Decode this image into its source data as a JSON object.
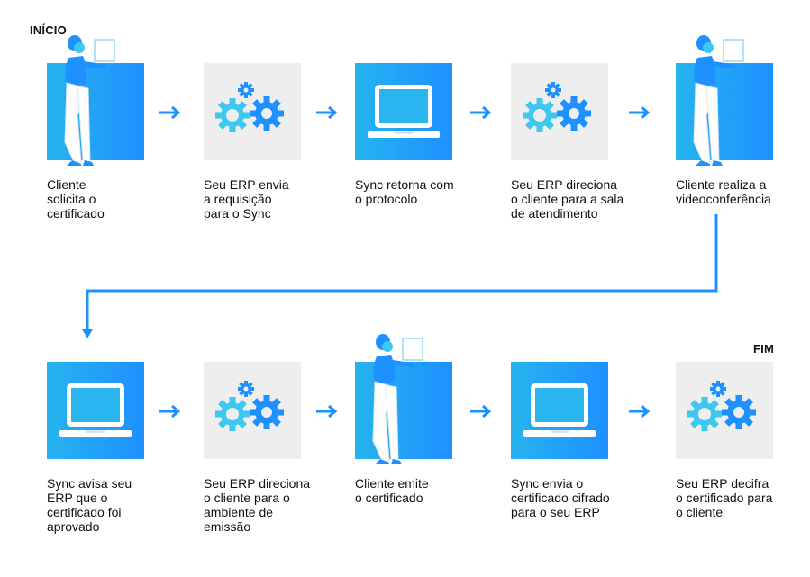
{
  "markers": {
    "start": "INÍCIO",
    "end": "FIM"
  },
  "colors": {
    "accent": "#1e90ff",
    "box_gray": "#eeeeee",
    "box_blue": "#26b4ef"
  },
  "steps": [
    {
      "label": "Cliente\nsolicita o\ncertificado",
      "icon": "person-with-laptop-icon"
    },
    {
      "label": "Seu ERP envia\na requisição\npara o Sync",
      "icon": "gears-icon"
    },
    {
      "label": "Sync retorna com\no protocolo",
      "icon": "laptop-icon"
    },
    {
      "label": "Seu ERP direciona\no cliente para a sala\nde atendimento",
      "icon": "gears-icon"
    },
    {
      "label": "Cliente realiza a\nvideoconferência",
      "icon": "person-with-laptop-icon"
    },
    {
      "label": "Sync avisa seu\nERP que o\ncertificado foi\naprovado",
      "icon": "laptop-icon"
    },
    {
      "label": "Seu ERP direciona\no cliente para o\nambiente de\nemissão",
      "icon": "gears-icon"
    },
    {
      "label": "Cliente emite\no certificado",
      "icon": "person-with-laptop-icon"
    },
    {
      "label": "Sync envia o\ncertificado cifrado\npara o seu ERP",
      "icon": "laptop-icon"
    },
    {
      "label": "Seu ERP decifra\no certificado para\no cliente",
      "icon": "gears-icon"
    }
  ]
}
